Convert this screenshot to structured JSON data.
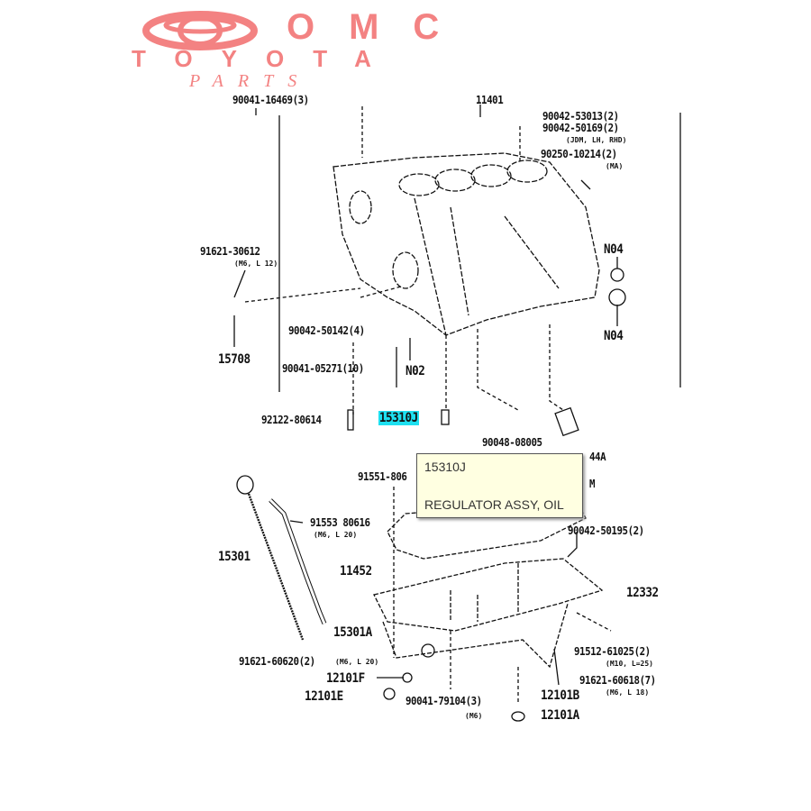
{
  "logo": {
    "line1": "OMC",
    "line2": "TOYOTA",
    "line3": "PARTS"
  },
  "tooltip": {
    "part_number": "15310J",
    "description": "REGULATOR ASSY, OIL"
  },
  "highlight_color": "#1ee0f0",
  "labels": {
    "p90041_16469": "90041-16469(3)",
    "p11401": "11401",
    "p90042_53013": "90042-53013(2)",
    "p90042_50169": "90042-50169(2)",
    "note_jdm": "(JDM, LH, RHD)",
    "p90250_10214": "90250-10214(2)",
    "note_ma": "(MA)",
    "n04_top": "N04",
    "n04_bottom": "N04",
    "p91621_30612": "91621-30612",
    "note_m6_l12": "(M6, L 12)",
    "p15708": "15708",
    "p90042_50142": "90042-50142(4)",
    "p90041_05271": "90041-05271(10)",
    "n02": "N02",
    "p92122_80614": "92122-80614",
    "p15310j": "15310J",
    "p90048_08005": "90048-08005",
    "p15144a": "44A",
    "p91551": "91551-806",
    "hidden_m": "M",
    "p91553_80616": "91553 80616",
    "note_m6_l20a": "(M6, L 20)",
    "p90042_50195": "90042-50195(2)",
    "p15301": "15301",
    "p11452": "11452",
    "p12332": "12332",
    "p15301a": "15301A",
    "p91512_61025": "91512-61025(2)",
    "note_m10_l25": "(M10, L=25)",
    "p91621_60620": "91621-60620(2)",
    "note_m6_l20b": "(M6, L 20)",
    "p91621_60618": "91621-60618(7)",
    "note_m6_l18": "(M6, L 18)",
    "p12101f": "12101F",
    "p12101e": "12101E",
    "p90041_79104": "90041-79104(3)",
    "note_m6": "(M6)",
    "p12101b": "12101B",
    "p12101a": "12101A"
  }
}
